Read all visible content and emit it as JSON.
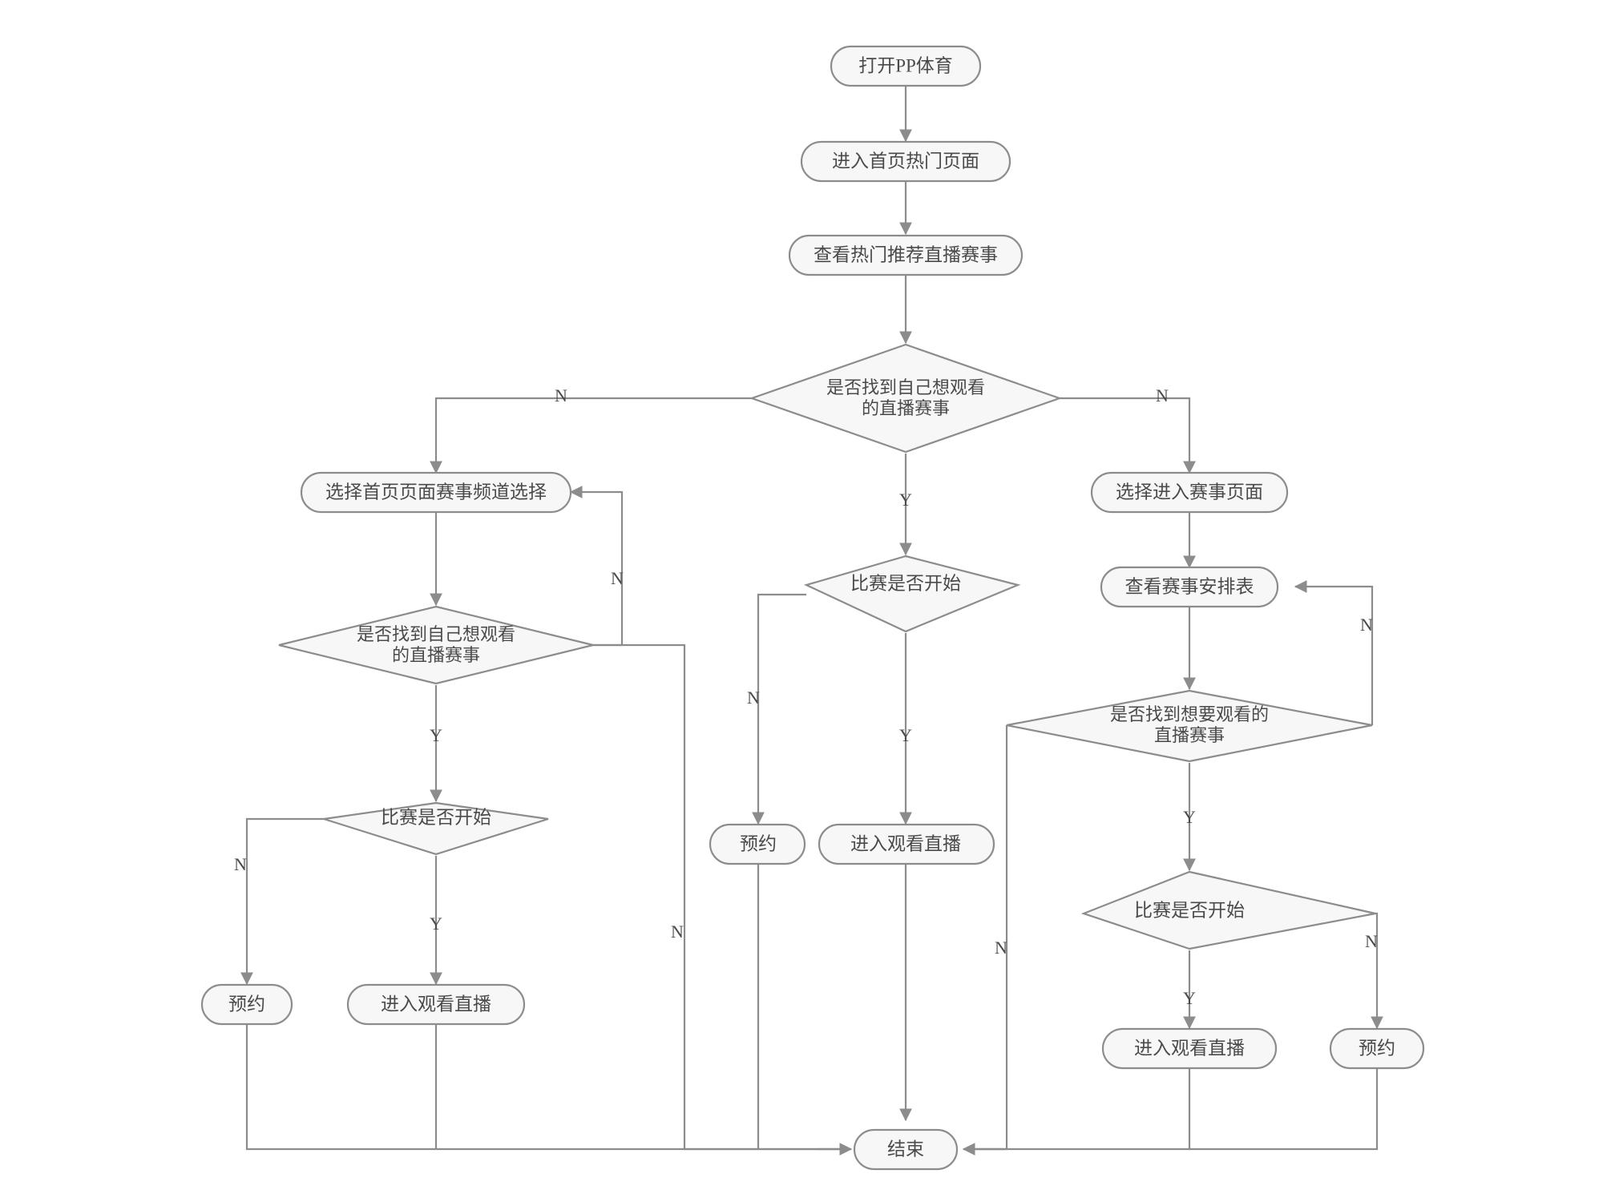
{
  "diagram": {
    "type": "flowchart",
    "orientation": "top-down",
    "theme": {
      "background": "#ffffff",
      "node_fill": "#f7f7f7",
      "node_stroke": "#8c8c8c",
      "text_color": "#4a4a4a",
      "edge_color": "#8c8c8c"
    },
    "nodes": [
      {
        "id": "n1",
        "shape": "stadium",
        "label": "打开PP体育"
      },
      {
        "id": "n2",
        "shape": "stadium",
        "label": "进入首页热门页面"
      },
      {
        "id": "n3",
        "shape": "stadium",
        "label": "查看热门推荐直播赛事"
      },
      {
        "id": "d1",
        "shape": "diamond",
        "label_line1": "是否找到自己想观看",
        "label_line2": "的直播赛事"
      },
      {
        "id": "n4",
        "shape": "stadium",
        "label": "选择首页页面赛事频道选择"
      },
      {
        "id": "d2",
        "shape": "diamond",
        "label_line1": "是否找到自己想观看",
        "label_line2": "的直播赛事"
      },
      {
        "id": "d3",
        "shape": "diamond",
        "label": "比赛是否开始"
      },
      {
        "id": "n5",
        "shape": "stadium",
        "label": "预约"
      },
      {
        "id": "n6",
        "shape": "stadium",
        "label": "进入观看直播"
      },
      {
        "id": "d4",
        "shape": "diamond",
        "label": "比赛是否开始"
      },
      {
        "id": "n7",
        "shape": "stadium",
        "label": "预约"
      },
      {
        "id": "n8",
        "shape": "stadium",
        "label": "进入观看直播"
      },
      {
        "id": "n9",
        "shape": "stadium",
        "label": "选择进入赛事页面"
      },
      {
        "id": "n10",
        "shape": "stadium",
        "label": "查看赛事安排表"
      },
      {
        "id": "d5",
        "shape": "diamond",
        "label_line1": "是否找到想要观看的",
        "label_line2": "直播赛事"
      },
      {
        "id": "d6",
        "shape": "diamond",
        "label": "比赛是否开始"
      },
      {
        "id": "n11",
        "shape": "stadium",
        "label": "进入观看直播"
      },
      {
        "id": "n12",
        "shape": "stadium",
        "label": "预约"
      },
      {
        "id": "end",
        "shape": "stadium",
        "label": "结束"
      }
    ],
    "edges": [
      {
        "from": "n1",
        "to": "n2",
        "label": ""
      },
      {
        "from": "n2",
        "to": "n3",
        "label": ""
      },
      {
        "from": "n3",
        "to": "d1",
        "label": ""
      },
      {
        "from": "d1",
        "to": "n4",
        "label": "N"
      },
      {
        "from": "d1",
        "to": "d4",
        "label": "Y"
      },
      {
        "from": "d1",
        "to": "n9",
        "label": "N"
      },
      {
        "from": "n4",
        "to": "d2",
        "label": ""
      },
      {
        "from": "d2",
        "to": "d3",
        "label": "Y"
      },
      {
        "from": "d2",
        "to": "n4",
        "label": "N"
      },
      {
        "from": "d2",
        "to": "end",
        "label": "N"
      },
      {
        "from": "d3",
        "to": "n5",
        "label": "N"
      },
      {
        "from": "d3",
        "to": "n6",
        "label": "Y"
      },
      {
        "from": "d4",
        "to": "n7",
        "label": "N"
      },
      {
        "from": "d4",
        "to": "n8",
        "label": "Y"
      },
      {
        "from": "n9",
        "to": "n10",
        "label": ""
      },
      {
        "from": "n10",
        "to": "d5",
        "label": ""
      },
      {
        "from": "d5",
        "to": "n10",
        "label": "N"
      },
      {
        "from": "d5",
        "to": "d6",
        "label": "Y"
      },
      {
        "from": "d5",
        "to": "end",
        "label": "N"
      },
      {
        "from": "d6",
        "to": "n11",
        "label": "Y"
      },
      {
        "from": "d6",
        "to": "n12",
        "label": "N"
      },
      {
        "from": "n5",
        "to": "end",
        "label": ""
      },
      {
        "from": "n6",
        "to": "end",
        "label": ""
      },
      {
        "from": "n7",
        "to": "end",
        "label": ""
      },
      {
        "from": "n8",
        "to": "end",
        "label": ""
      },
      {
        "from": "n11",
        "to": "end",
        "label": ""
      },
      {
        "from": "n12",
        "to": "end",
        "label": ""
      }
    ],
    "edge_labels": {
      "yes": "Y",
      "no": "N"
    }
  }
}
